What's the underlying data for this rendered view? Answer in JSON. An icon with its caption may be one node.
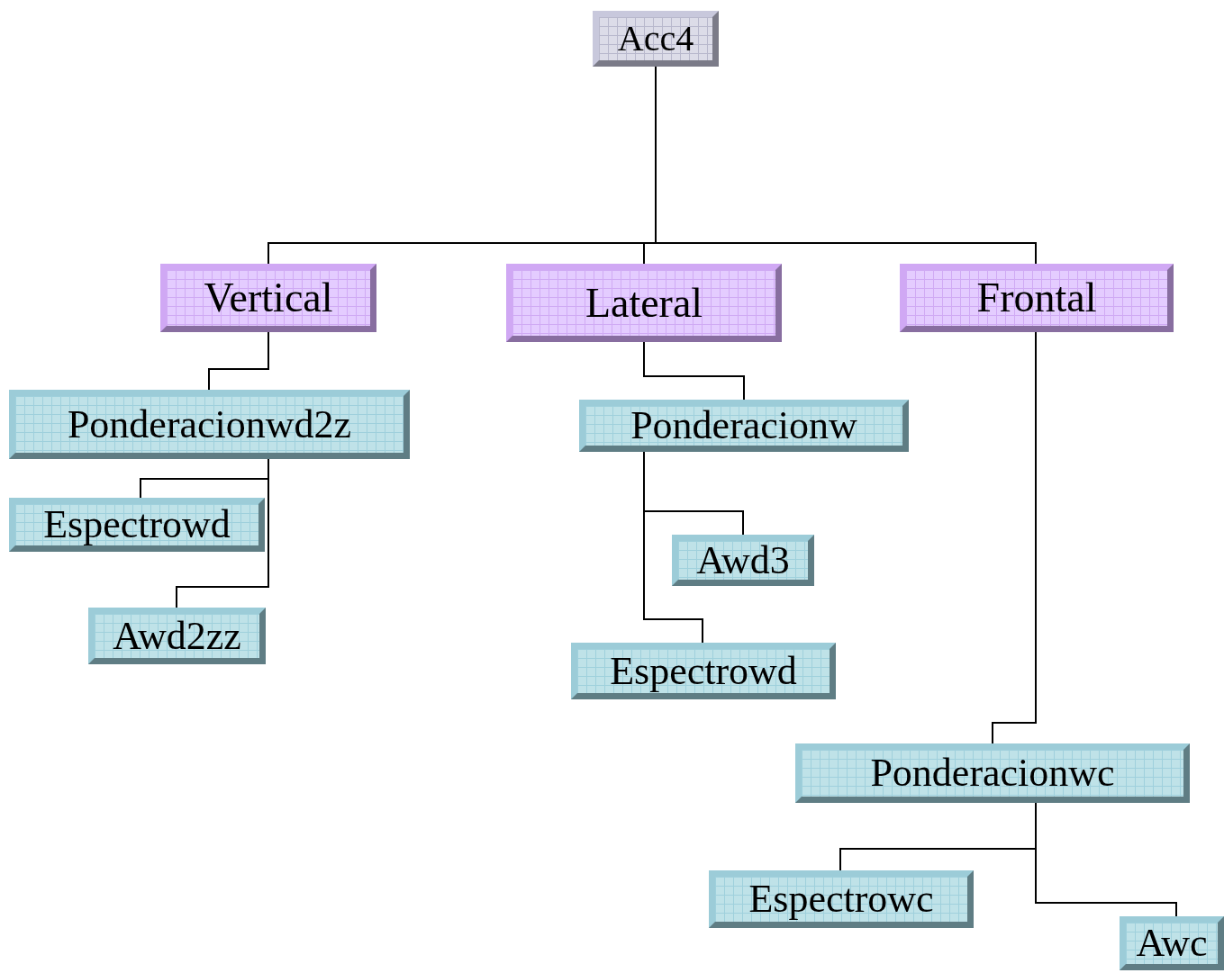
{
  "diagram": {
    "nodes": [
      {
        "text": [
          "Acc4"
        ]
      },
      {
        "text": [
          "Vertical"
        ]
      },
      {
        "text": [
          "Lateral"
        ]
      },
      {
        "text": [
          "Frontal"
        ]
      },
      {
        "text": [
          "Ponderacionwd2z"
        ]
      },
      {
        "text": [
          "Espectrowd"
        ]
      },
      {
        "text": [
          "Awd2zz"
        ]
      },
      {
        "text": [
          "Ponderacionw"
        ]
      },
      {
        "text": [
          "Awd3"
        ]
      },
      {
        "text": [
          "Espectrowd"
        ]
      },
      {
        "text": [
          "Ponderacionwc"
        ]
      },
      {
        "text": [
          "Espectrowc"
        ]
      },
      {
        "text": [
          "Awc"
        ]
      }
    ],
    "edges": [
      {
        "from": 0,
        "to": 1,
        "arrow": "none"
      },
      {
        "from": 0,
        "to": 2,
        "arrow": "none"
      },
      {
        "from": 0,
        "to": 3,
        "arrow": "none"
      },
      {
        "from": 1,
        "to": 4,
        "arrow": "none"
      },
      {
        "from": 4,
        "to": 5,
        "arrow": "none"
      },
      {
        "from": 4,
        "to": 6,
        "arrow": "none"
      },
      {
        "from": 2,
        "to": 7,
        "arrow": "none"
      },
      {
        "from": 7,
        "to": 8,
        "arrow": "none"
      },
      {
        "from": 7,
        "to": 9,
        "arrow": "none"
      },
      {
        "from": 3,
        "to": 10,
        "arrow": "none"
      },
      {
        "from": 10,
        "to": 11,
        "arrow": "none"
      },
      {
        "from": 10,
        "to": 12,
        "arrow": "none"
      }
    ]
  }
}
